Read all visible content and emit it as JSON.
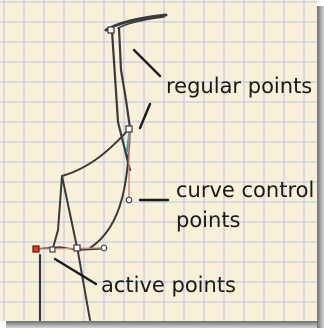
{
  "labels": {
    "regular_points": "regular points",
    "curve_control_line1": "curve control",
    "curve_control_line2": "points",
    "active_points": "active points"
  },
  "colors": {
    "canvas_background": "#f8f0d8",
    "grid_line": "#b9c3e8",
    "curve": "#3a3a3a",
    "point_fill": "#ffffff",
    "point_stroke": "#404040",
    "control_handle": "#d08080",
    "active_point": "#d63a2a",
    "selected_segment": "#2aa0a0",
    "panel_shadow": "#8a8a8a"
  },
  "icons": {
    "regular_point": "hollow-square-point",
    "control_point": "hollow-circle-handle",
    "active_point": "filled-red-square-point"
  }
}
